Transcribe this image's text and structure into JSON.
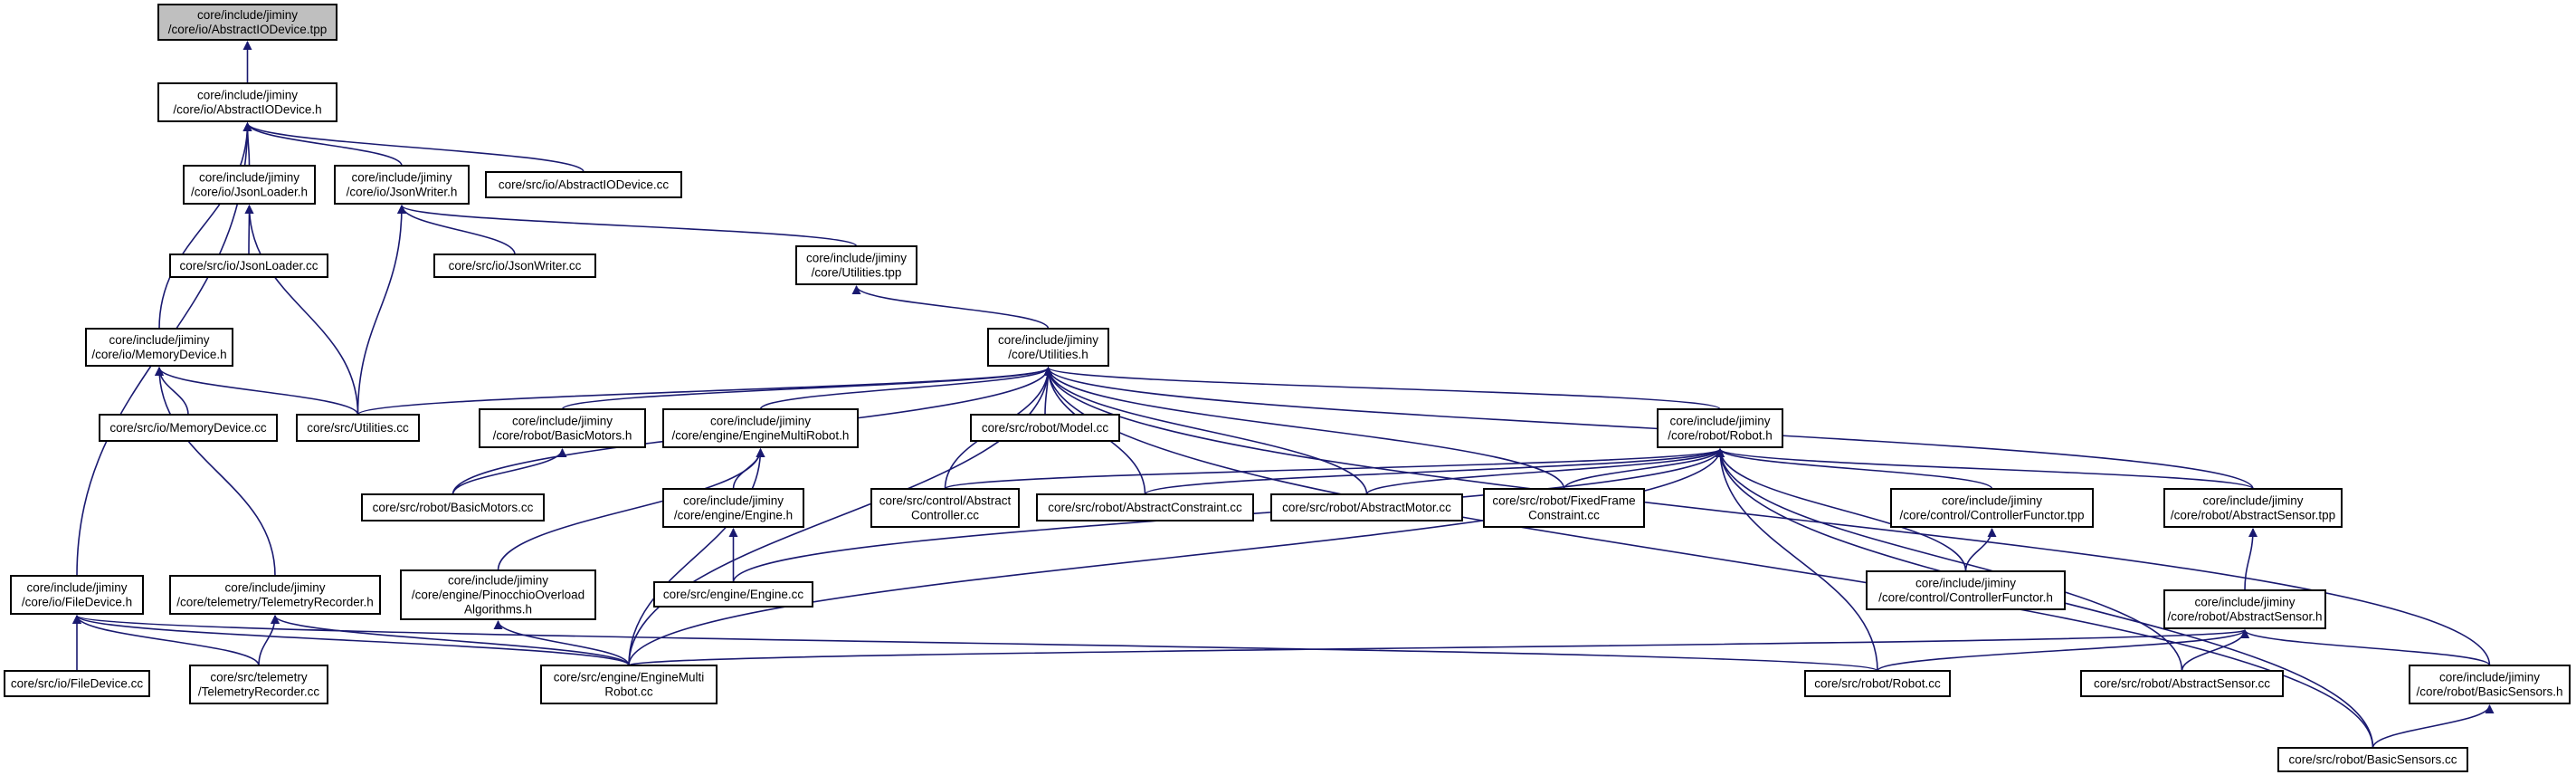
{
  "graph": {
    "edge_color": "#191970",
    "root_fill": "#bfbfbf",
    "nodes": [
      {
        "id": "n0",
        "lines": [
          "core/include/jiminy",
          "/core/io/AbstractIODevice.tpp"
        ]
      },
      {
        "id": "n1",
        "lines": [
          "core/include/jiminy",
          "/core/io/AbstractIODevice.h"
        ]
      },
      {
        "id": "n2",
        "lines": [
          "core/include/jiminy",
          "/core/io/JsonLoader.h"
        ]
      },
      {
        "id": "n3",
        "lines": [
          "core/include/jiminy",
          "/core/io/JsonWriter.h"
        ]
      },
      {
        "id": "n4",
        "lines": [
          "core/src/io/AbstractIODevice.cc"
        ]
      },
      {
        "id": "n5",
        "lines": [
          "core/src/io/JsonLoader.cc"
        ]
      },
      {
        "id": "n6",
        "lines": [
          "core/src/io/JsonWriter.cc"
        ]
      },
      {
        "id": "n7",
        "lines": [
          "core/include/jiminy",
          "/core/Utilities.tpp"
        ]
      },
      {
        "id": "n8",
        "lines": [
          "core/include/jiminy",
          "/core/io/MemoryDevice.h"
        ]
      },
      {
        "id": "n9",
        "lines": [
          "core/include/jiminy",
          "/core/Utilities.h"
        ]
      },
      {
        "id": "n10",
        "lines": [
          "core/src/io/MemoryDevice.cc"
        ]
      },
      {
        "id": "n11",
        "lines": [
          "core/src/Utilities.cc"
        ]
      },
      {
        "id": "n12",
        "lines": [
          "core/include/jiminy",
          "/core/robot/BasicMotors.h"
        ]
      },
      {
        "id": "n13",
        "lines": [
          "core/include/jiminy",
          "/core/engine/EngineMultiRobot.h"
        ]
      },
      {
        "id": "n14",
        "lines": [
          "core/src/robot/Model.cc"
        ]
      },
      {
        "id": "n15",
        "lines": [
          "core/include/jiminy",
          "/core/robot/Robot.h"
        ]
      },
      {
        "id": "n16",
        "lines": [
          "core/src/robot/BasicMotors.cc"
        ]
      },
      {
        "id": "n17",
        "lines": [
          "core/include/jiminy",
          "/core/engine/Engine.h"
        ]
      },
      {
        "id": "n18",
        "lines": [
          "core/src/control/Abstract",
          "Controller.cc"
        ]
      },
      {
        "id": "n19",
        "lines": [
          "core/src/robot/AbstractConstraint.cc"
        ]
      },
      {
        "id": "n20",
        "lines": [
          "core/src/robot/AbstractMotor.cc"
        ]
      },
      {
        "id": "n21",
        "lines": [
          "core/src/robot/FixedFrame",
          "Constraint.cc"
        ]
      },
      {
        "id": "n22",
        "lines": [
          "core/include/jiminy",
          "/core/control/ControllerFunctor.tpp"
        ]
      },
      {
        "id": "n23",
        "lines": [
          "core/include/jiminy",
          "/core/robot/AbstractSensor.tpp"
        ]
      },
      {
        "id": "n24",
        "lines": [
          "core/include/jiminy",
          "/core/engine/PinocchioOverload",
          "Algorithms.h"
        ]
      },
      {
        "id": "n25",
        "lines": [
          "core/src/engine/Engine.cc"
        ]
      },
      {
        "id": "n26",
        "lines": [
          "core/include/jiminy",
          "/core/control/ControllerFunctor.h"
        ]
      },
      {
        "id": "n27",
        "lines": [
          "core/include/jiminy",
          "/core/robot/AbstractSensor.h"
        ]
      },
      {
        "id": "n28",
        "lines": [
          "core/include/jiminy",
          "/core/io/FileDevice.h"
        ]
      },
      {
        "id": "n29",
        "lines": [
          "core/include/jiminy",
          "/core/telemetry/TelemetryRecorder.h"
        ]
      },
      {
        "id": "n30",
        "lines": [
          "core/src/io/FileDevice.cc"
        ]
      },
      {
        "id": "n31",
        "lines": [
          "core/src/telemetry",
          "/TelemetryRecorder.cc"
        ]
      },
      {
        "id": "n32",
        "lines": [
          "core/src/engine/EngineMulti",
          "Robot.cc"
        ]
      },
      {
        "id": "n33",
        "lines": [
          "core/src/robot/Robot.cc"
        ]
      },
      {
        "id": "n34",
        "lines": [
          "core/src/robot/AbstractSensor.cc"
        ]
      },
      {
        "id": "n35",
        "lines": [
          "core/include/jiminy",
          "/core/robot/BasicSensors.h"
        ]
      },
      {
        "id": "n36",
        "lines": [
          "core/src/robot/BasicSensors.cc"
        ]
      }
    ],
    "edges": [
      [
        "n0",
        "n1"
      ],
      [
        "n1",
        "n2"
      ],
      [
        "n1",
        "n3"
      ],
      [
        "n1",
        "n4"
      ],
      [
        "n1",
        "n8"
      ],
      [
        "n1",
        "n28"
      ],
      [
        "n2",
        "n5"
      ],
      [
        "n2",
        "n11"
      ],
      [
        "n3",
        "n6"
      ],
      [
        "n3",
        "n7"
      ],
      [
        "n3",
        "n11"
      ],
      [
        "n7",
        "n9"
      ],
      [
        "n8",
        "n10"
      ],
      [
        "n8",
        "n11"
      ],
      [
        "n8",
        "n29"
      ],
      [
        "n9",
        "n11"
      ],
      [
        "n9",
        "n12"
      ],
      [
        "n9",
        "n13"
      ],
      [
        "n9",
        "n14"
      ],
      [
        "n9",
        "n15"
      ],
      [
        "n9",
        "n16"
      ],
      [
        "n9",
        "n18"
      ],
      [
        "n9",
        "n19"
      ],
      [
        "n9",
        "n20"
      ],
      [
        "n9",
        "n21"
      ],
      [
        "n9",
        "n23"
      ],
      [
        "n9",
        "n32"
      ],
      [
        "n9",
        "n35"
      ],
      [
        "n9",
        "n36"
      ],
      [
        "n12",
        "n16"
      ],
      [
        "n13",
        "n17"
      ],
      [
        "n13",
        "n24"
      ],
      [
        "n13",
        "n32"
      ],
      [
        "n17",
        "n25"
      ],
      [
        "n15",
        "n18"
      ],
      [
        "n15",
        "n19"
      ],
      [
        "n15",
        "n20"
      ],
      [
        "n15",
        "n21"
      ],
      [
        "n15",
        "n22"
      ],
      [
        "n15",
        "n23"
      ],
      [
        "n15",
        "n25"
      ],
      [
        "n15",
        "n26"
      ],
      [
        "n15",
        "n32"
      ],
      [
        "n15",
        "n33"
      ],
      [
        "n15",
        "n34"
      ],
      [
        "n15",
        "n36"
      ],
      [
        "n22",
        "n26"
      ],
      [
        "n23",
        "n27"
      ],
      [
        "n24",
        "n32"
      ],
      [
        "n27",
        "n32"
      ],
      [
        "n27",
        "n33"
      ],
      [
        "n27",
        "n34"
      ],
      [
        "n27",
        "n35"
      ],
      [
        "n35",
        "n36"
      ],
      [
        "n28",
        "n30"
      ],
      [
        "n28",
        "n31"
      ],
      [
        "n28",
        "n32"
      ],
      [
        "n28",
        "n33"
      ],
      [
        "n29",
        "n31"
      ],
      [
        "n29",
        "n32"
      ]
    ]
  }
}
